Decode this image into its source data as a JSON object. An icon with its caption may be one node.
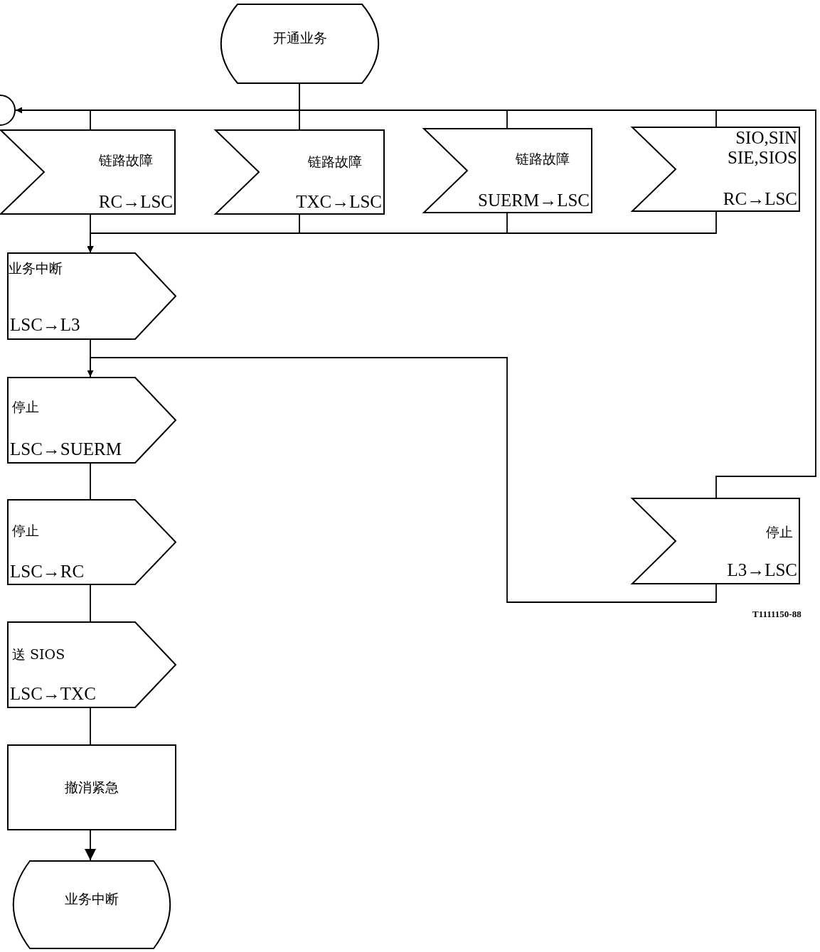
{
  "diagram": {
    "nodes": [
      {
        "text": [
          "开通业务"
        ]
      },
      {
        "text": [],
        "shape": "circle"
      },
      {
        "text": [
          "链路故障",
          "RC→LSC"
        ]
      },
      {
        "text": [
          "链路故障",
          "TXC→LSC"
        ]
      },
      {
        "text": [
          "链路故障",
          "SUERM→LSC"
        ]
      },
      {
        "text": [
          "SIO,SIN SIE,SIOS",
          "RC→LSC"
        ]
      },
      {
        "text": [
          "业务中断",
          "LSC→L3"
        ]
      },
      {
        "text": [
          "停止",
          "LSC→SUERM"
        ]
      },
      {
        "text": [
          "停止",
          "LSC→RC"
        ]
      },
      {
        "text": [
          "送 SIOS",
          "LSC→TXC"
        ]
      },
      {
        "text": [
          "撤消紧急"
        ]
      },
      {
        "text": [
          "业务中断"
        ]
      },
      {
        "text": [
          "停止",
          "L3→LSC"
        ]
      }
    ],
    "edges": [
      {
        "from": 0,
        "to": 1,
        "arrow": "to"
      },
      {
        "from": 0,
        "to": 2,
        "arrow": "none"
      },
      {
        "from": 0,
        "to": 3,
        "arrow": "none"
      },
      {
        "from": 0,
        "to": 4,
        "arrow": "none"
      },
      {
        "from": 0,
        "to": 5,
        "arrow": "none"
      },
      {
        "from": 0,
        "to": 12,
        "arrow": "none"
      },
      {
        "from": 2,
        "to": 6,
        "arrow": "none"
      },
      {
        "from": 3,
        "to": 6,
        "arrow": "to"
      },
      {
        "from": 4,
        "to": 6,
        "arrow": "to"
      },
      {
        "from": 5,
        "to": 6,
        "arrow": "to"
      },
      {
        "from": 6,
        "to": 7,
        "arrow": "none"
      },
      {
        "from": 12,
        "to": 7,
        "arrow": "to"
      },
      {
        "from": 7,
        "to": 8,
        "arrow": "none"
      },
      {
        "from": 8,
        "to": 9,
        "arrow": "none"
      },
      {
        "from": 9,
        "to": 10,
        "arrow": "none"
      },
      {
        "from": 10,
        "to": 11,
        "arrow": "to"
      }
    ],
    "labels": [
      "T1111150-88"
    ]
  }
}
